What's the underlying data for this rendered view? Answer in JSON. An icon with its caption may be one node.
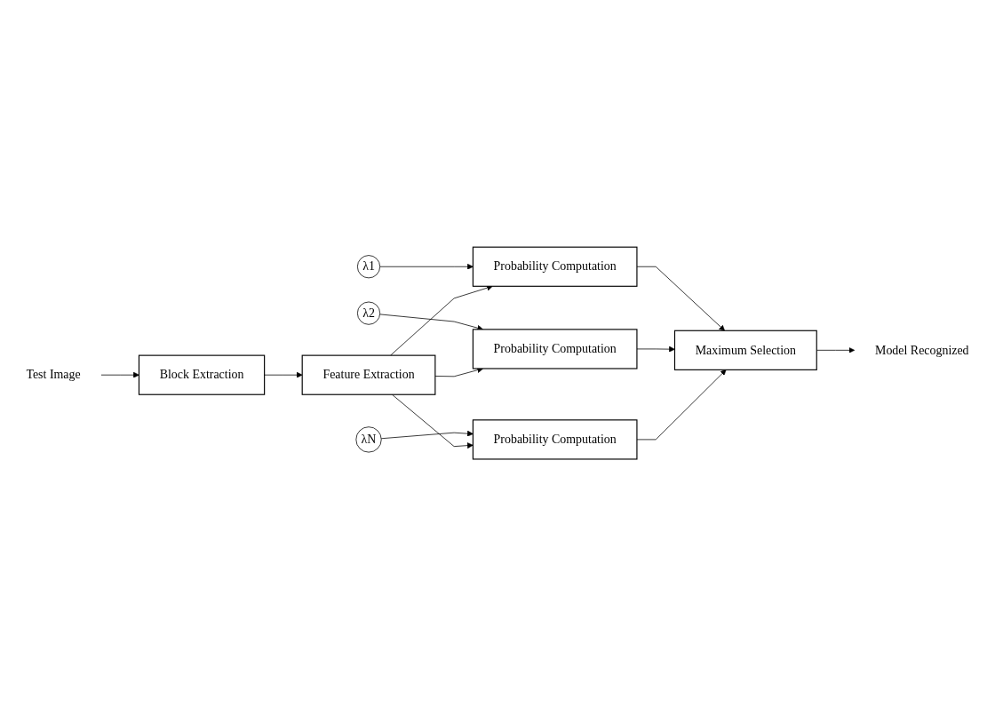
{
  "diagram": {
    "nodes": [
      {
        "text": [
          "Test Image"
        ]
      },
      {
        "text": [
          "Block Extraction"
        ]
      },
      {
        "text": [
          "Feature Extraction"
        ]
      },
      {
        "text": [
          "λ1"
        ]
      },
      {
        "text": [
          "Probability Computation"
        ]
      },
      {
        "text": [
          "λ2"
        ]
      },
      {
        "text": [
          "Probability Computation"
        ]
      },
      {
        "text": [
          "λN"
        ]
      },
      {
        "text": [
          "Probability Computation"
        ]
      },
      {
        "text": [
          "Maximum Selection"
        ]
      },
      {
        "text": [
          "Model Recognized"
        ]
      }
    ],
    "edges": [
      {
        "from": 0,
        "to": 1,
        "arrow": "to"
      },
      {
        "from": 1,
        "to": 2,
        "arrow": "to"
      },
      {
        "from": 3,
        "to": 4,
        "arrow": "to"
      },
      {
        "from": 2,
        "to": 4,
        "arrow": "to"
      },
      {
        "from": 5,
        "to": 6,
        "arrow": "to"
      },
      {
        "from": 2,
        "to": 6,
        "arrow": "to"
      },
      {
        "from": 7,
        "to": 8,
        "arrow": "to"
      },
      {
        "from": 2,
        "to": 8,
        "arrow": "to"
      },
      {
        "from": 4,
        "to": 9,
        "arrow": "to"
      },
      {
        "from": 6,
        "to": 9,
        "arrow": "to"
      },
      {
        "from": 8,
        "to": 9,
        "arrow": "to"
      },
      {
        "from": 9,
        "to": 10,
        "arrow": "to"
      }
    ]
  }
}
